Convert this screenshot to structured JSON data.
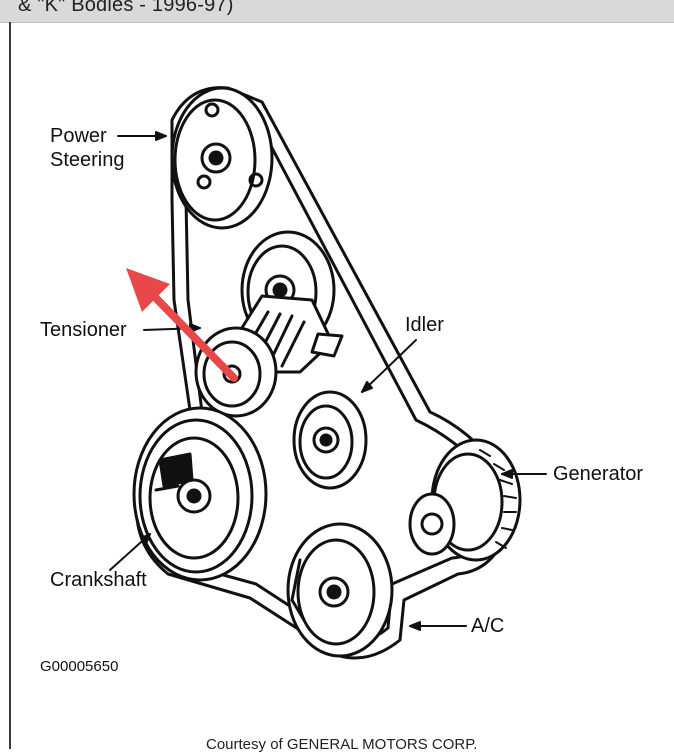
{
  "header": {
    "title": "& \"K\" Bodies - 1996-97)"
  },
  "labels": {
    "power_steering_line1": "Power",
    "power_steering_line2": "Steering",
    "tensioner": "Tensioner",
    "idler": "Idler",
    "generator": "Generator",
    "crankshaft": "Crankshaft",
    "ac": "A/C"
  },
  "figure_id": "G00005650",
  "credit": "Courtesy of GENERAL MOTORS CORP.",
  "colors": {
    "annotation_arrow": "#e8484a",
    "line": "#111111",
    "header_bg": "#d9d9d9"
  }
}
